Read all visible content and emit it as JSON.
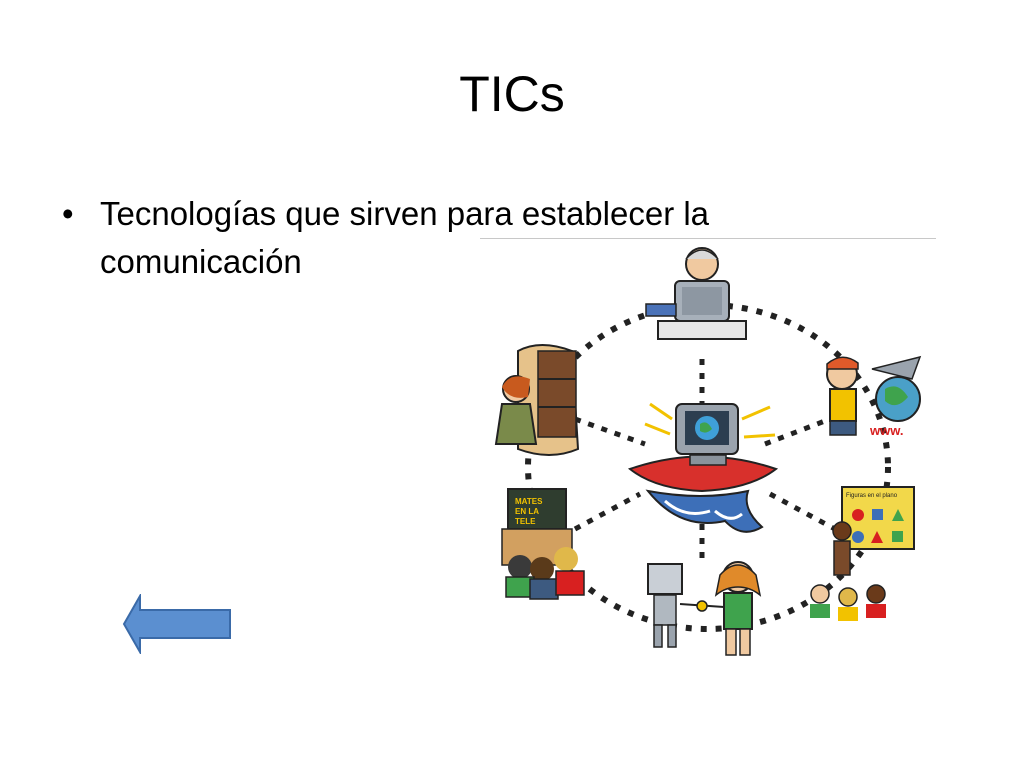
{
  "slide": {
    "title": "TICs",
    "bullets": [
      {
        "text": "Tecnologías que sirven para establecer la comunicación"
      }
    ]
  },
  "illustration": {
    "sign_text_1": "MATES",
    "sign_text_2": "EN LA",
    "sign_text_3": "TELE",
    "www_label": "www.",
    "board_caption": "Figuras en el plano"
  },
  "colors": {
    "arrow_fill": "#5b8fd0",
    "arrow_stroke": "#3a6aa8",
    "ring_dots": "#222222"
  },
  "icons": {
    "back": "arrow-left-icon"
  }
}
